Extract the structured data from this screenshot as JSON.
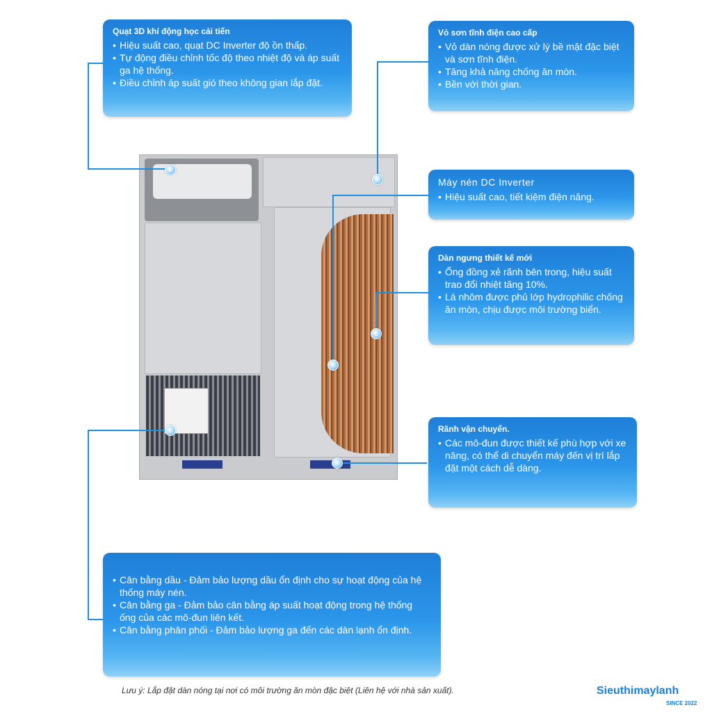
{
  "fan_box": {
    "title": "Quạt 3D khí động học cải tiến",
    "items": [
      "Hiệu suất cao, quạt DC Inverter độ ồn thấp.",
      "Tự động điều chỉnh tốc độ theo nhiệt độ và áp suất ga hệ thống.",
      "Điều chỉnh áp suất gió theo không gian lắp đặt."
    ]
  },
  "paint_box": {
    "title": "Vỏ sơn tĩnh điện cao cấp",
    "items": [
      "Vỏ dàn nóng được xử lý bề mặt đặc biệt và sơn tĩnh điện.",
      "Tăng khả năng chống ăn mòn.",
      "Bền với thời gian."
    ]
  },
  "compressor_box": {
    "title": "Máy nén DC Inverter",
    "items": [
      "Hiệu suất cao, tiết kiệm điện năng."
    ]
  },
  "condenser_box": {
    "title": "Dàn ngưng thiết kế mới",
    "items": [
      "Ống đồng xẻ rãnh bên trong, hiệu suất trao đổi nhiệt tăng 10%.",
      "Lá nhôm được phủ lớp hydrophilic chống ăn mòn, chịu được môi trường biển."
    ]
  },
  "transport_box": {
    "title": "Rãnh vận chuyển.",
    "items": [
      "Các mô-đun được thiết kế phù hợp với xe nâng, có thể di chuyển máy đến vị trí lắp đặt một cách dễ dàng."
    ]
  },
  "balance_box": {
    "items": [
      "Cân bằng dầu - Đảm bảo lượng dầu ổn định cho sự hoạt động của hệ thống máy nén.",
      "Cân bằng ga - Đảm bảo cân bằng áp suất hoạt động trong hệ thống ống của các mô-đun liên kết.",
      "Cân bằng phân phối - Đảm bảo lượng ga đến các dàn lạnh ổn định."
    ]
  },
  "note": "Lưu ý: Lắp đặt dàn nóng tại nơi có môi trường ăn mòn đặc biệt (Liên hệ với nhà sản xuất).",
  "logo": {
    "name": "Sieuthimaylanh",
    "since": "SINCE 2022"
  },
  "colors": {
    "accent": "#1e8fe0",
    "box_top": "#1f7fd8",
    "box_bottom": "#8fd0f7"
  }
}
